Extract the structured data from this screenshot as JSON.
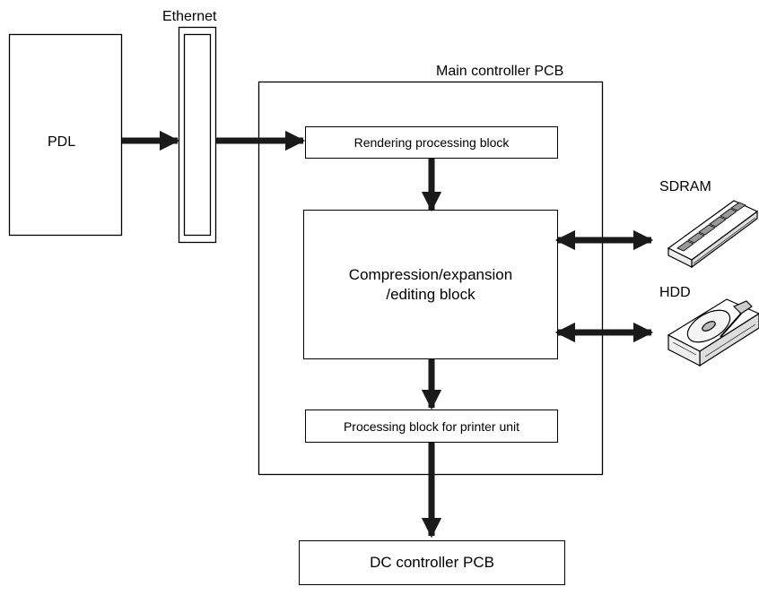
{
  "labels": {
    "ethernet": "Ethernet",
    "main_pcb": "Main controller PCB",
    "pdl": "PDL",
    "rendering": "Rendering processing block",
    "compression_line1": "Compression/expansion",
    "compression_line2": "/editing block",
    "printer_unit": "Processing block for printer unit",
    "sdram": "SDRAM",
    "hdd": "HDD",
    "dc_controller": "DC controller PCB"
  },
  "icons": {
    "sdram": "sdram-module-icon",
    "hdd": "hard-disk-drive-icon"
  },
  "colors": {
    "line": "#000000",
    "arrow": "#1a1a1a",
    "background": "#ffffff"
  }
}
